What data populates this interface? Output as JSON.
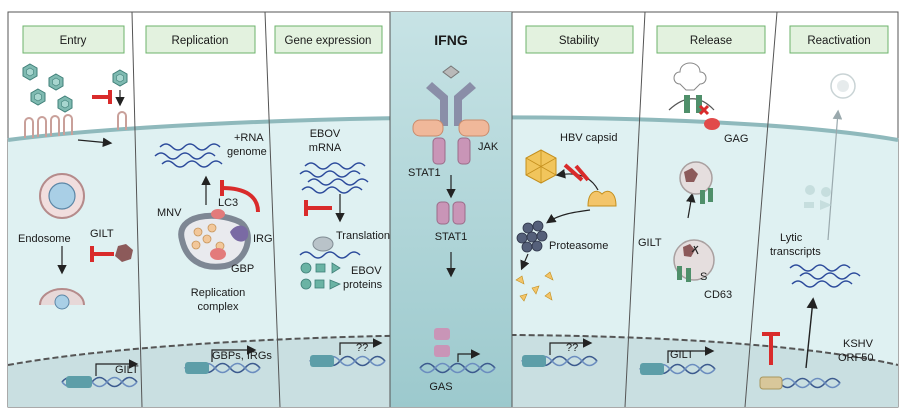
{
  "panels": {
    "entry": {
      "header": "Entry",
      "endosome": "Endosome",
      "gilt": "GILT",
      "gilt_gene": "GILT"
    },
    "replication": {
      "header": "Replication",
      "rna": "+RNA",
      "genome": "genome",
      "lc3": "LC3",
      "mnv": "MNV",
      "irg": "IRG",
      "gbp": "GBP",
      "complex1": "Replication",
      "complex2": "complex",
      "genes": "GBPs, IRGs"
    },
    "gene_expression": {
      "header": "Gene expression",
      "ebov": "EBOV",
      "mrna": "mRNA",
      "translation": "Translation",
      "ebov2": "EBOV",
      "proteins": "proteins",
      "unknown": "??"
    },
    "ifng": {
      "header": "IFNG",
      "jak": "JAK",
      "stat1_a": "STAT1",
      "stat1_b": "STAT1",
      "gas": "GAS"
    },
    "stability": {
      "header": "Stability",
      "hbv": "HBV capsid",
      "proteasome": "Proteasome",
      "unknown": "??"
    },
    "release": {
      "header": "Release",
      "gag": "GAG",
      "gilt": "GILT",
      "cd63": "CD63",
      "gilt_gene": "GILT"
    },
    "reactivation": {
      "header": "Reactivation",
      "lytic": "Lytic",
      "transcripts": "transcripts",
      "kshv": "KSHV",
      "orf50": "ORF50"
    }
  },
  "colors": {
    "header_fill": "#e3f2df",
    "header_stroke": "#6db36b",
    "cytoplasm": "#dff1f2",
    "nucleus": "#cfe3e5",
    "ifng_column": "#b9dadd",
    "inhibit": "#d92b2b",
    "rna": "#2b4a9b",
    "capsid": "#e9b84a",
    "membrane": "#c9a09a"
  }
}
